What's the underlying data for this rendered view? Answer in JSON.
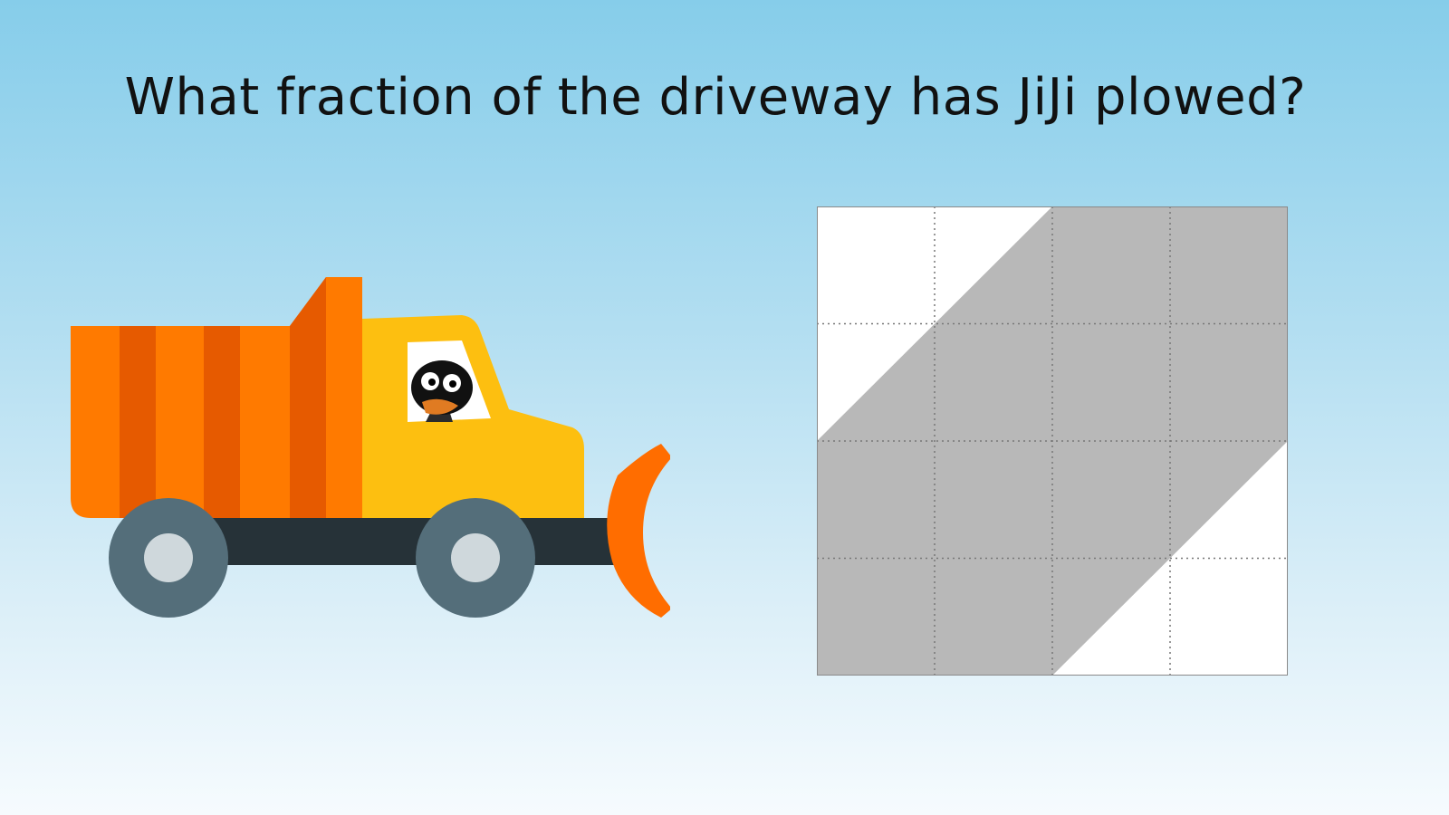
{
  "question": "What fraction of the driveway has JiJi plowed?",
  "character": {
    "name": "JiJi",
    "icon": "penguin-icon"
  },
  "vehicle": {
    "icon": "snowplow-truck-icon"
  },
  "driveway": {
    "rows": 4,
    "columns": 4,
    "plowed_color": "#b8b8b8",
    "unplowed_color": "#ffffff",
    "gridline_color": "#777777",
    "unplowed_regions": [
      "top-left triangle",
      "bottom-right triangle"
    ]
  },
  "colors": {
    "sky_top": "#86cdea",
    "truck_body": "#ff7a00",
    "truck_stripe": "#e65a00",
    "cab": "#fdbf10",
    "chassis": "#263238",
    "wheel": "#546e7a",
    "hub": "#cfd8dc",
    "plow": "#ff6d00"
  }
}
